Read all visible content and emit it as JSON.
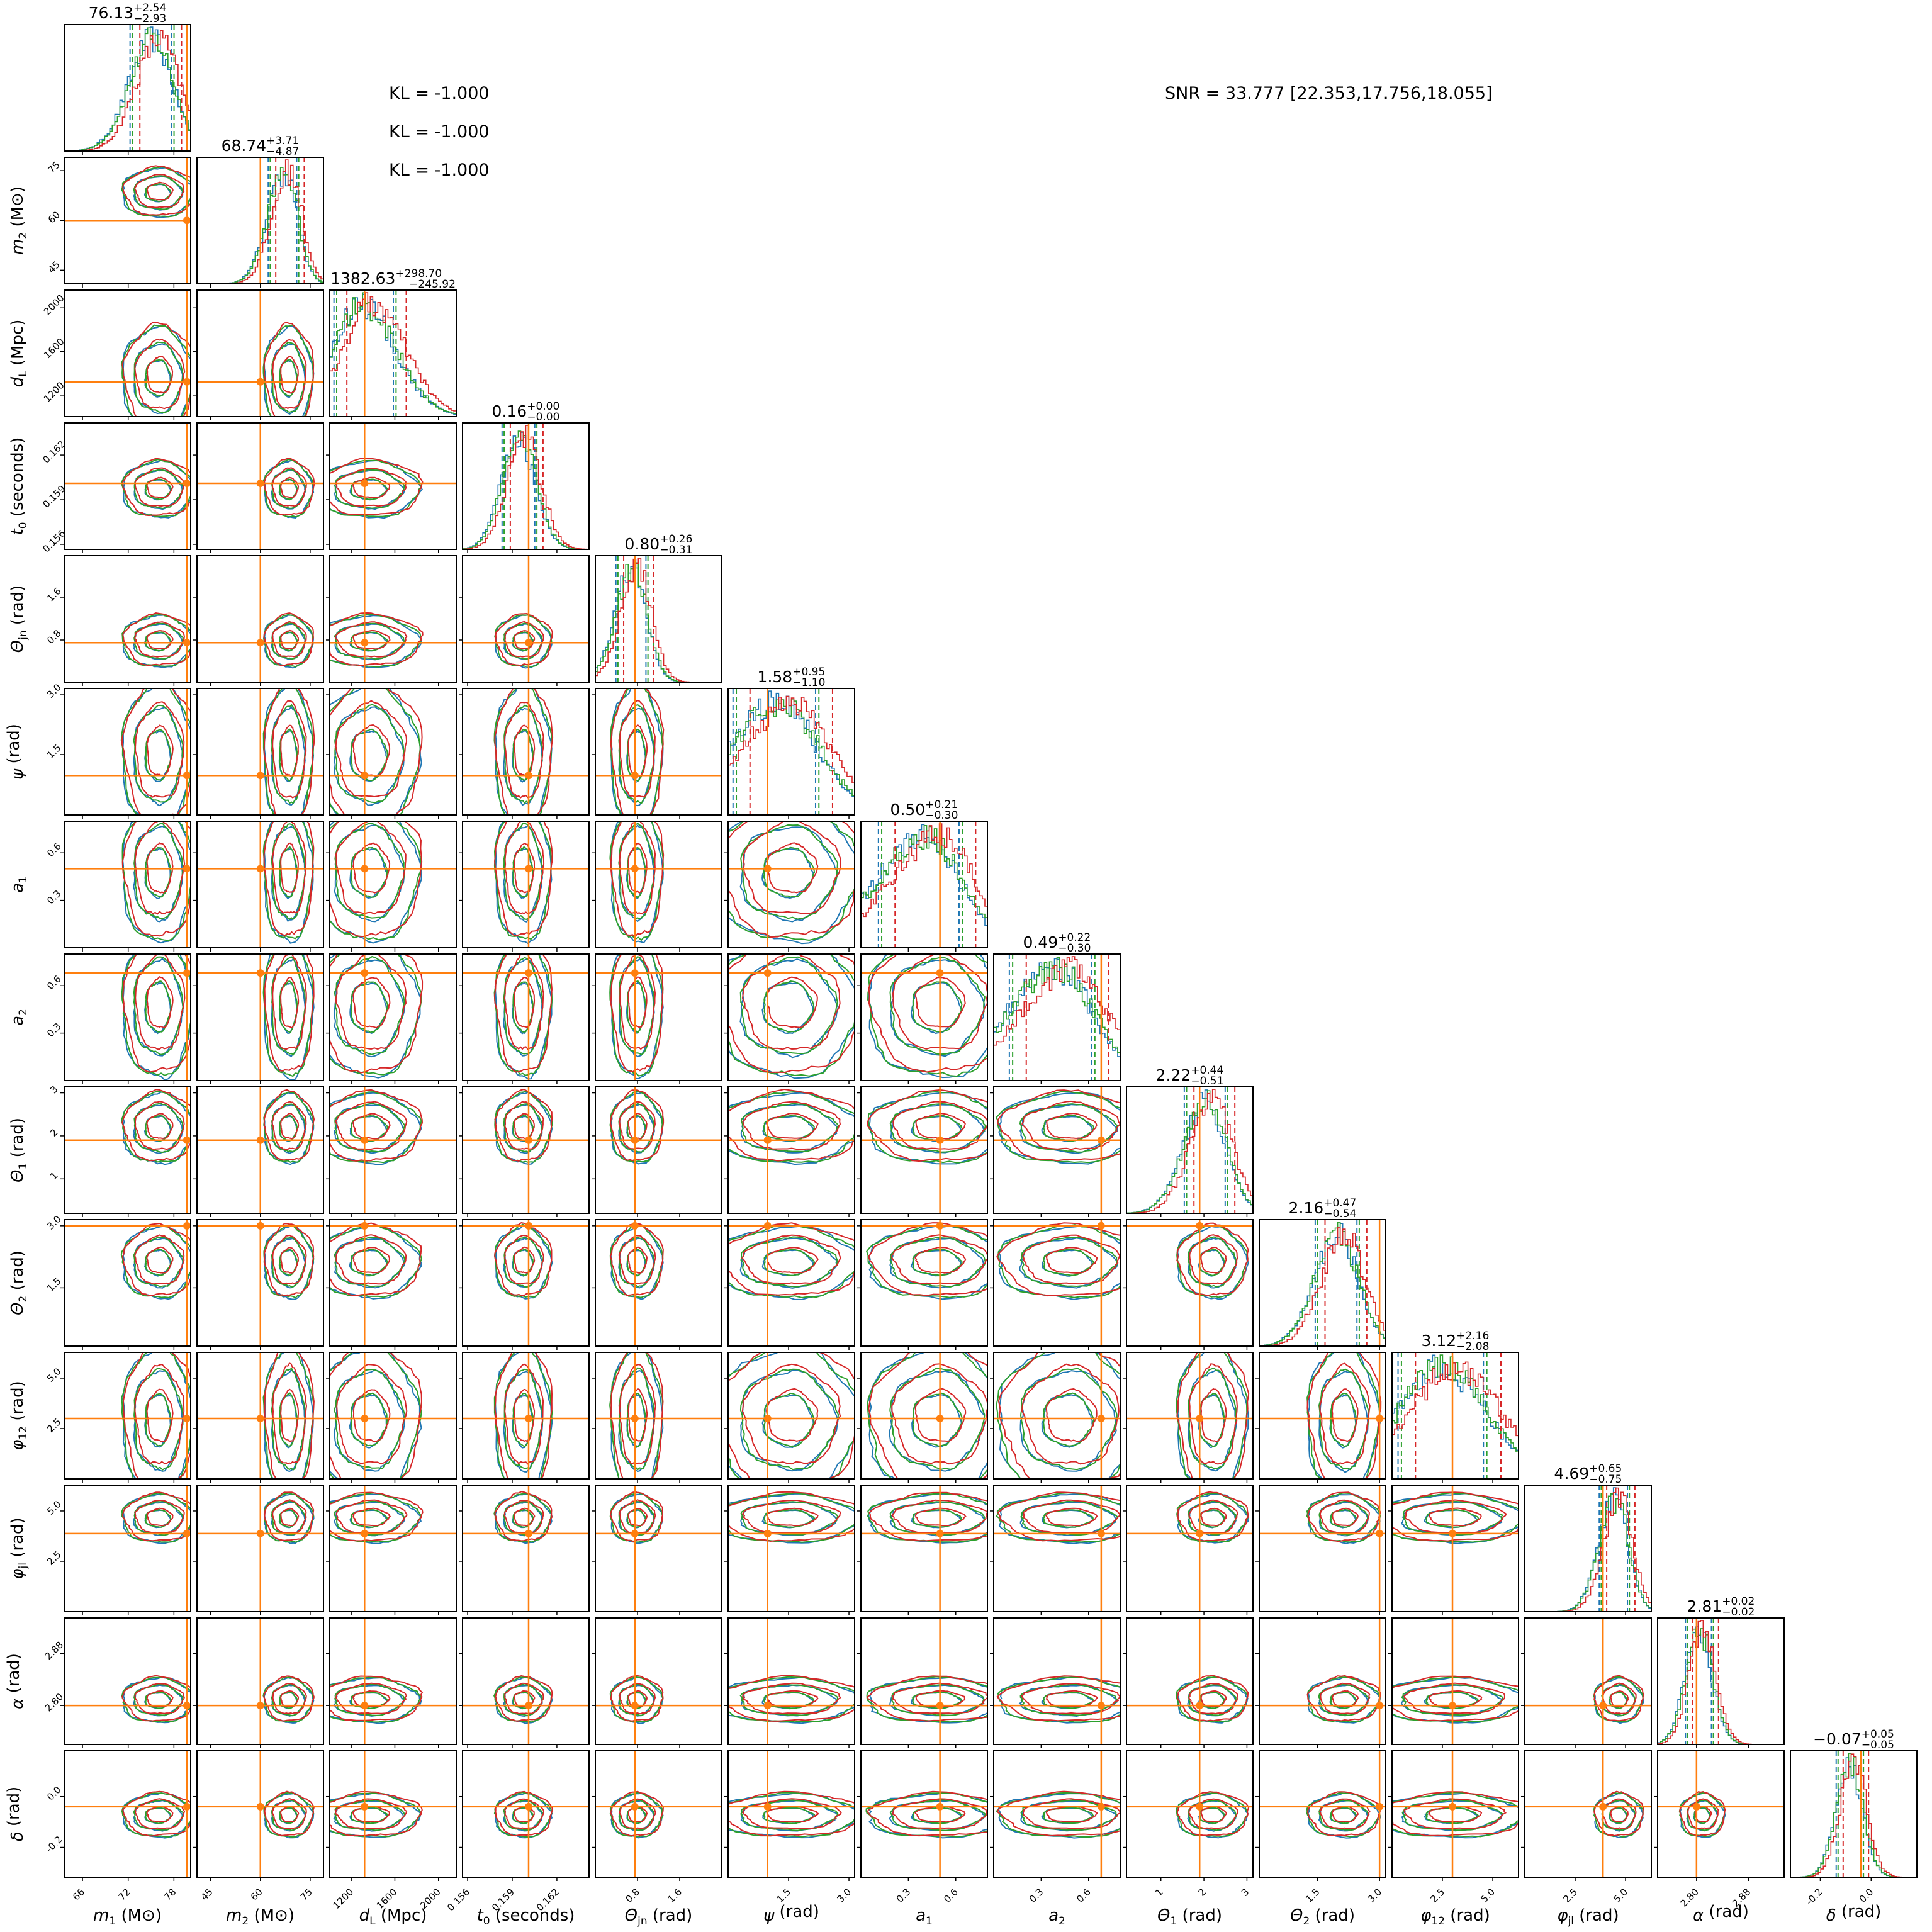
{
  "annotations": {
    "kl": [
      "KL = -1.000",
      "KL = -1.000",
      "KL = -1.000"
    ],
    "snr": "SNR = 33.777 [22.353,17.756,18.055]"
  },
  "chart_data": {
    "type": "corner",
    "colors": {
      "series": [
        "#1f77b4",
        "#2ca02c",
        "#d62728"
      ],
      "truth": "#ff7f0e"
    },
    "parameters": [
      {
        "label": {
          "base": "m",
          "sub": "1",
          "unit": " (M⊙)"
        },
        "title": {
          "median": "76.13",
          "plus": "+2.54",
          "minus": "−2.93"
        },
        "median": 76.13,
        "plus": 2.54,
        "minus": 2.93,
        "truth": 79.7,
        "range": [
          63.6,
          80.2
        ],
        "ticks": [
          "66",
          "72",
          "78"
        ]
      },
      {
        "label": {
          "base": "m",
          "sub": "2",
          "unit": " (M⊙)"
        },
        "title": {
          "median": "68.74",
          "plus": "+3.71",
          "minus": "−4.87"
        },
        "median": 68.74,
        "plus": 3.71,
        "minus": 4.87,
        "truth": 60,
        "range": [
          40.9,
          79
        ],
        "ticks": [
          "45",
          "60",
          "75"
        ]
      },
      {
        "label": {
          "base": "d",
          "sub": "L",
          "unit": " (Mpc)"
        },
        "title": {
          "median": "1382.63",
          "plus": "+298.70",
          "minus": "−245.92"
        },
        "median": 1382.63,
        "plus": 298.7,
        "minus": 245.92,
        "truth": 1322,
        "range": [
          1003,
          2163
        ],
        "ticks": [
          "1200",
          "1600",
          "2000"
        ]
      },
      {
        "label": {
          "base": "t",
          "sub": "0",
          "unit": " (seconds)"
        },
        "title": {
          "median": "0.16",
          "plus": "+0.00",
          "minus": "−0.00"
        },
        "median": 0.1598,
        "plus": 0.0011,
        "minus": 0.0011,
        "truth": 0.1601,
        "range": [
          0.15566,
          0.16416
        ],
        "ticks": [
          "0.156",
          "0.159",
          "0.162"
        ]
      },
      {
        "label": {
          "base": "Θ",
          "sub": "jn",
          "unit": " (rad)"
        },
        "title": {
          "median": "0.80",
          "plus": "+0.26",
          "minus": "−0.31"
        },
        "median": 0.8,
        "plus": 0.26,
        "minus": 0.31,
        "truth": 0.75,
        "range": [
          0,
          2.4
        ],
        "ticks": [
          "0.8",
          "1.6"
        ]
      },
      {
        "label": {
          "base": "ψ",
          "sub": "",
          "unit": " (rad)"
        },
        "title": {
          "median": "1.58",
          "plus": "+0.95",
          "minus": "−1.10"
        },
        "median": 1.58,
        "plus": 0.95,
        "minus": 1.1,
        "truth": 0.98,
        "range": [
          0,
          3.14
        ],
        "ticks": [
          "1.5",
          "3.0"
        ]
      },
      {
        "label": {
          "base": "a",
          "sub": "1",
          "unit": ""
        },
        "title": {
          "median": "0.50",
          "plus": "+0.21",
          "minus": "−0.30"
        },
        "median": 0.5,
        "plus": 0.21,
        "minus": 0.3,
        "truth": 0.5,
        "range": [
          0,
          0.8
        ],
        "ticks": [
          "0.3",
          "0.6"
        ]
      },
      {
        "label": {
          "base": "a",
          "sub": "2",
          "unit": ""
        },
        "title": {
          "median": "0.49",
          "plus": "+0.22",
          "minus": "−0.30"
        },
        "median": 0.49,
        "plus": 0.22,
        "minus": 0.3,
        "truth": 0.68,
        "range": [
          0,
          0.8
        ],
        "ticks": [
          "0.3",
          "0.6"
        ]
      },
      {
        "label": {
          "base": "Θ",
          "sub": "1",
          "unit": " (rad)"
        },
        "title": {
          "median": "2.22",
          "plus": "+0.44",
          "minus": "−0.51"
        },
        "median": 2.22,
        "plus": 0.44,
        "minus": 0.51,
        "truth": 1.9,
        "range": [
          0.2,
          3.14
        ],
        "ticks": [
          "1",
          "2",
          "3"
        ]
      },
      {
        "label": {
          "base": "Θ",
          "sub": "2",
          "unit": " (rad)"
        },
        "title": {
          "median": "2.16",
          "plus": "+0.47",
          "minus": "−0.54"
        },
        "median": 2.16,
        "plus": 0.47,
        "minus": 0.54,
        "truth": 3.0,
        "range": [
          0.09,
          3.15
        ],
        "ticks": [
          "1.5",
          "3.0"
        ]
      },
      {
        "label": {
          "base": "φ",
          "sub": "12",
          "unit": " (rad)"
        },
        "title": {
          "median": "3.12",
          "plus": "+2.16",
          "minus": "−2.08"
        },
        "median": 3.12,
        "plus": 2.16,
        "minus": 2.08,
        "truth": 3.0,
        "range": [
          0,
          6.28
        ],
        "ticks": [
          "2.5",
          "5.0"
        ]
      },
      {
        "label": {
          "base": "φ",
          "sub": "jl",
          "unit": " (rad)"
        },
        "title": {
          "median": "4.69",
          "plus": "+0.65",
          "minus": "−0.75"
        },
        "median": 4.69,
        "plus": 0.65,
        "minus": 0.75,
        "truth": 3.88,
        "range": [
          0,
          6.28
        ],
        "ticks": [
          "2.5",
          "5.0"
        ]
      },
      {
        "label": {
          "base": "α",
          "sub": "",
          "unit": " (rad)"
        },
        "title": {
          "median": "2.81",
          "plus": "+0.02",
          "minus": "−0.02"
        },
        "median": 2.81,
        "plus": 0.02,
        "minus": 0.02,
        "truth": 2.8,
        "range": [
          2.74,
          2.935
        ],
        "ticks": [
          "2.80",
          "2.88"
        ]
      },
      {
        "label": {
          "base": "δ",
          "sub": "",
          "unit": " (rad)"
        },
        "title": {
          "median": "−0.07",
          "plus": "+0.05",
          "minus": "−0.05"
        },
        "median": -0.07,
        "plus": 0.05,
        "minus": 0.05,
        "truth": -0.04,
        "range": [
          -0.3175,
          0.18
        ],
        "ticks": [
          "-0.2",
          "0.0"
        ]
      }
    ]
  }
}
